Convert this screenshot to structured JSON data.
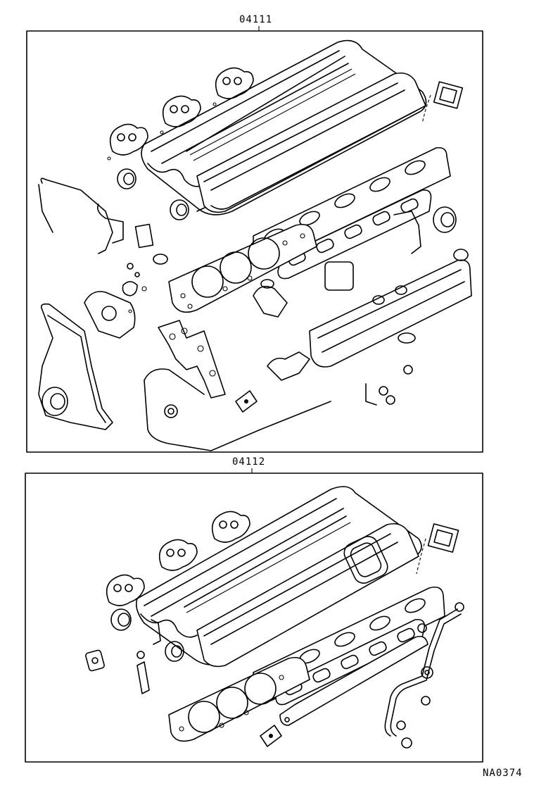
{
  "kits": [
    {
      "part_number": "04111"
    },
    {
      "part_number": "04112"
    }
  ],
  "footer": {
    "code": "NA0374"
  }
}
